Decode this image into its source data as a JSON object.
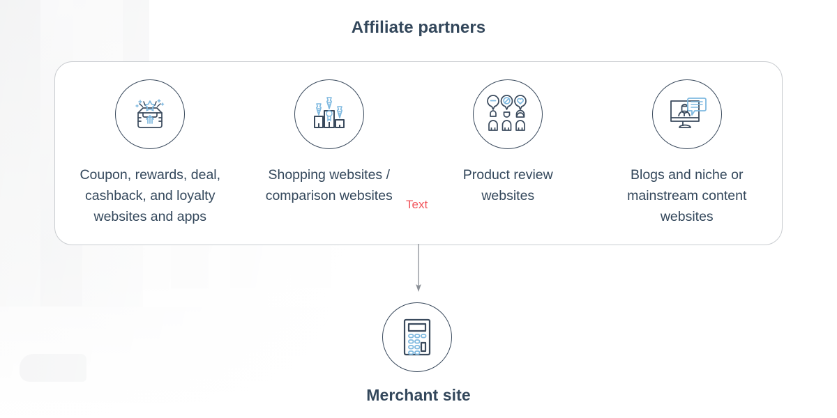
{
  "diagram": {
    "header_title": "Affiliate partners",
    "footer_title": "Merchant site",
    "annotation": {
      "label": "Text",
      "color": "#f2545b"
    },
    "colors": {
      "text": "#33475b",
      "icon_outline": "#3a4a5d",
      "icon_accent": "#7fb9e0",
      "card_border": "#c9ccd0",
      "arrow": "#8a8f96",
      "background": "#ffffff"
    },
    "partners": [
      {
        "id": "coupon-rewards",
        "icon": "open-box-sparkles-icon",
        "label": "Coupon, rewards, deal,\ncashback, and loyalty\nwebsites and apps"
      },
      {
        "id": "shopping-comparison",
        "icon": "podium-ranking-icon",
        "label": "Shopping websites /\ncomparison websites"
      },
      {
        "id": "product-review",
        "icon": "people-reviews-icon",
        "label": "Product review\nwebsites"
      },
      {
        "id": "blogs-content",
        "icon": "monitor-blogger-icon",
        "label": "Blogs and niche or\nmainstream content\nwebsites"
      }
    ],
    "merchant": {
      "id": "merchant-site",
      "icon": "calculator-icon",
      "label": "Merchant site"
    },
    "connector": {
      "name": "downward-arrow",
      "from": "affiliate-partners-card",
      "to": "merchant-site"
    }
  }
}
